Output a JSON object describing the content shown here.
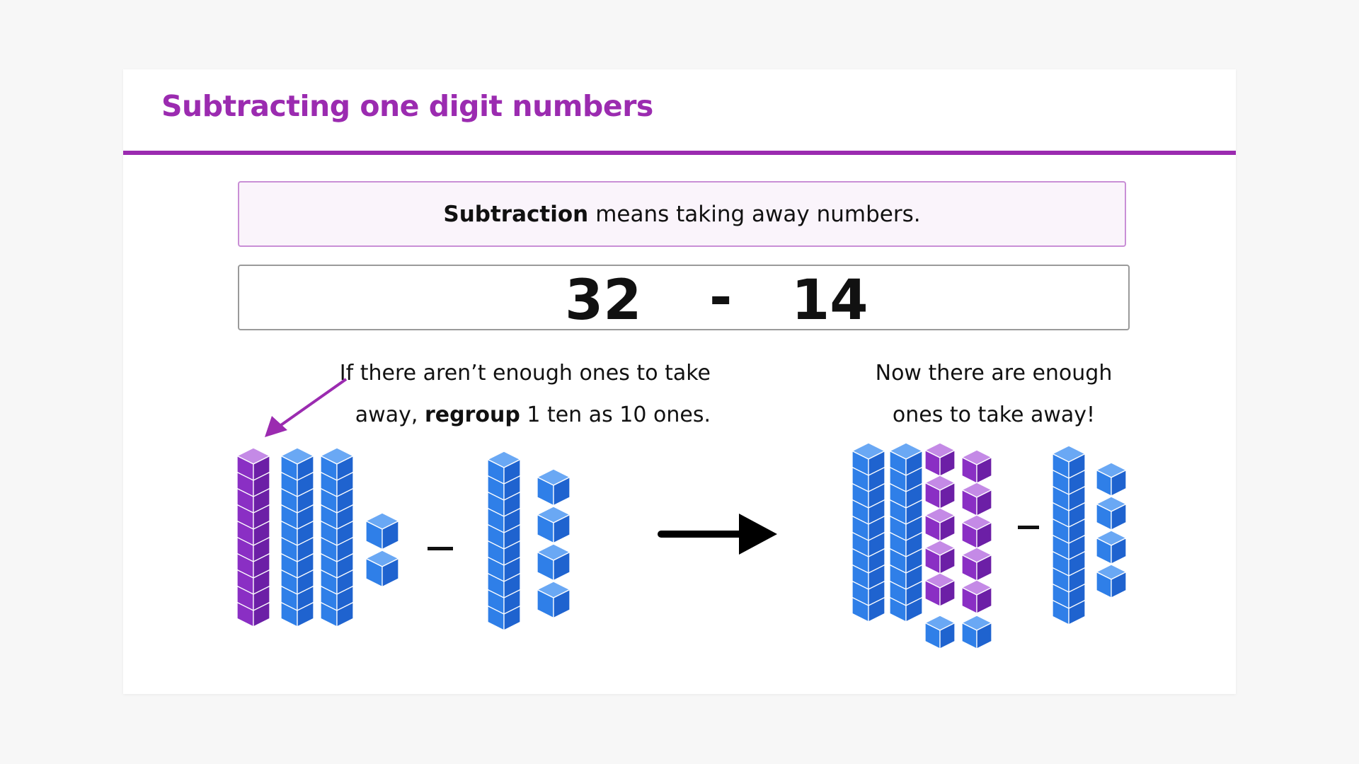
{
  "slide": {
    "title": "Subtracting one digit numbers",
    "definition": {
      "bold_term": "Subtraction",
      "rest": "means taking away numbers."
    },
    "equation": {
      "first": "32",
      "operator": "-",
      "second": "14"
    },
    "left_caption": {
      "line1": "If there aren’t enough ones to take",
      "line2_before": "away,",
      "line2_bold": "regroup",
      "line2_after": "1 ten as 10 ones."
    },
    "right_caption": {
      "line1": "Now there are enough",
      "line2": "ones to take away!"
    }
  },
  "colors": {
    "accent_purple": "#9b2bb0",
    "block_blue": "#2f7fe8",
    "block_purple": "#8a2fc4",
    "definition_bg": "#faf4fb"
  },
  "icons": {
    "pointer": "arrow-icon",
    "transform": "right-arrow-icon"
  }
}
